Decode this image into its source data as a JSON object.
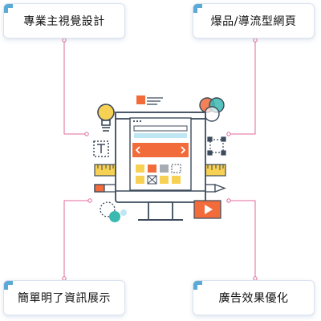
{
  "cards": {
    "top_left": "專業主視覺設計",
    "top_right": "爆品/導流型網頁",
    "bottom_left": "簡單明了資訊展示",
    "bottom_right": "廣告效果優化"
  },
  "colors": {
    "connector": "#e0699a",
    "accent_blue": "#5aa9d6",
    "outline": "#3d4b5c",
    "orange": "#f26b3a",
    "yellow": "#f7d154",
    "teal": "#39b9b0",
    "light_blue": "#bfe6f3"
  }
}
